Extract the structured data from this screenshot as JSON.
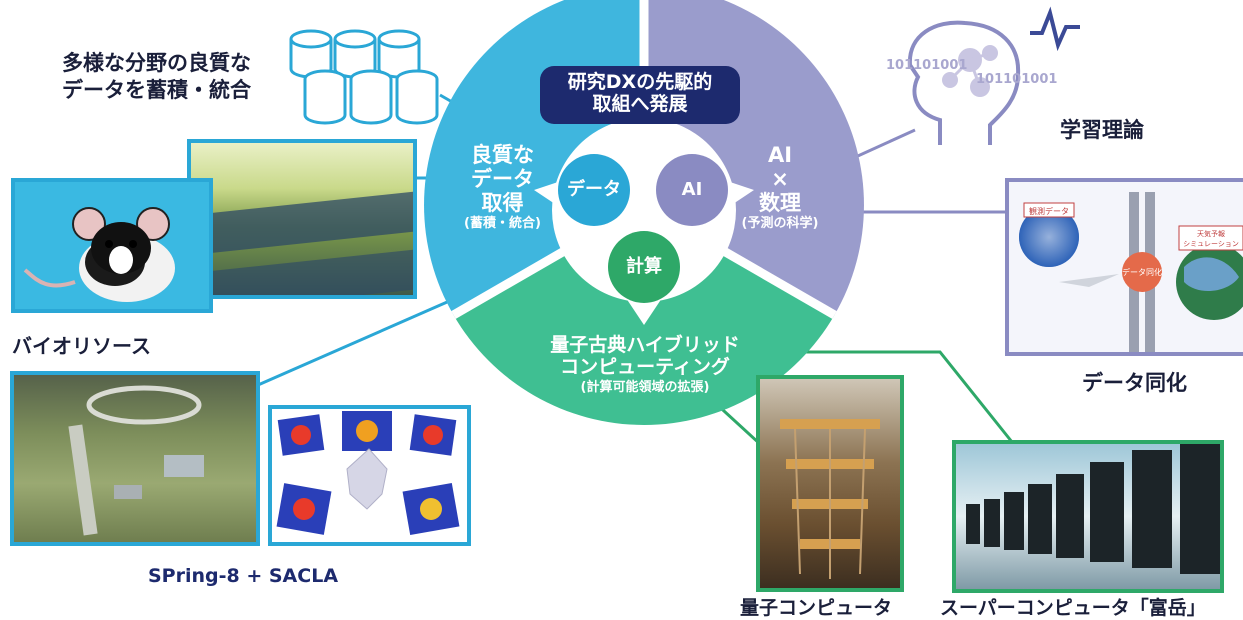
{
  "labels": {
    "data_top_line1": "多様な分野の良質な",
    "data_top_line2": "データを蓄積・統合",
    "bioresource": "バイオリソース",
    "spring8": "SPring-8 + SACLA",
    "learning_theory": "学習理論",
    "data_assimilation": "データ同化",
    "quantum_computer": "量子コンピュータ",
    "supercomputer": "スーパーコンピュータ「富岳」"
  },
  "head_icon": {
    "binary1": "101101001",
    "binary2": "101101001"
  },
  "circle": {
    "top_banner_line1": "研究DXの先駆的",
    "top_banner_line2": "取組へ発展",
    "left_line1": "良質な",
    "left_line2": "データ",
    "left_line3": "取得",
    "left_sub": "(蓄積・統合)",
    "right_line1": "AI",
    "right_line2": "×",
    "right_line3": "数理",
    "right_sub": "(予測の科学)",
    "bottom_line1": "量子古典ハイブリッド",
    "bottom_line2": "コンピューティング",
    "bottom_sub": "(計算可能領域の拡張)",
    "node_data": "データ",
    "node_ai": "AI",
    "node_compute": "計算"
  },
  "assimilation_photo": {
    "obs_label": "観測データ",
    "assim_label": "データ同化",
    "sim_line1": "天気予報",
    "sim_line2": "シミュレーション"
  },
  "colors": {
    "blue": "#2aa7d6",
    "purple": "#8a8bc2",
    "green": "#2ea868",
    "navy": "#1d2a6e"
  }
}
